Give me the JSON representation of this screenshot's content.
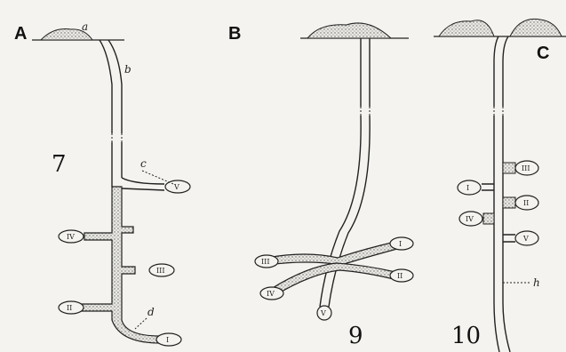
{
  "panels": [
    {
      "letter": "A",
      "figure_number": "7",
      "labels": {
        "a": "a",
        "b": "b",
        "c": "c",
        "d": "d"
      },
      "chambers": [
        "V",
        "IV",
        "III",
        "II",
        "I"
      ]
    },
    {
      "letter": "B",
      "figure_number": "9",
      "chambers": [
        "III",
        "IV",
        "V",
        "I",
        "II"
      ]
    },
    {
      "letter": "C",
      "figure_number": "10",
      "labels": {
        "h": "h"
      },
      "chambers": [
        "III",
        "I",
        "II",
        "IV",
        "V"
      ]
    }
  ],
  "colors": {
    "background": "#f4f3ef",
    "ink": "#222222",
    "stipple": "#7a7a7a"
  }
}
